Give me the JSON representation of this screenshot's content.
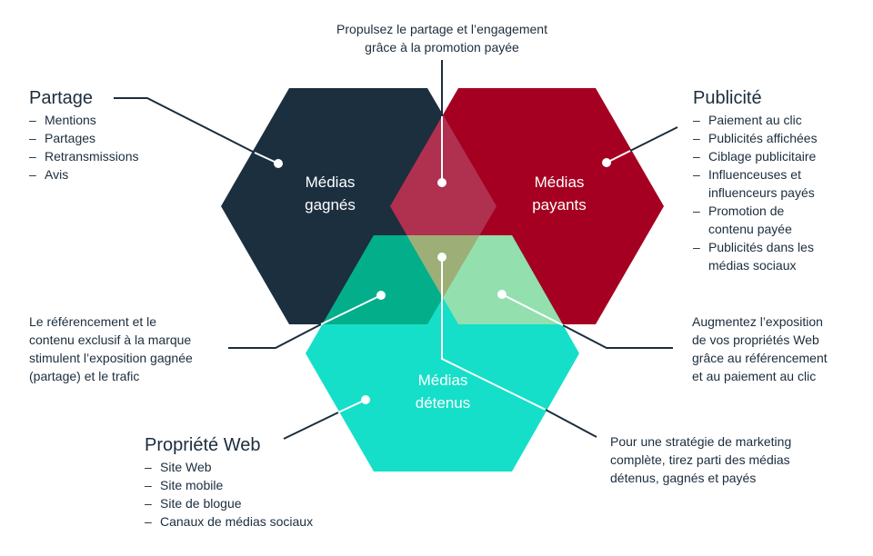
{
  "colors": {
    "earned": "#1b2f3f",
    "paid": "#a50021",
    "earned_paid_overlap": "#b03050",
    "owned": "#15dfc9",
    "owned_earned_overlap": "#03ae8a",
    "owned_paid_overlap": "#93dfae",
    "all_overlap": "#9daf76",
    "line_dark": "#1b2d3d",
    "line_light": "#ffffff"
  },
  "hexagons": {
    "earned": {
      "label_line1": "Médias",
      "label_line2": "gagnés"
    },
    "paid": {
      "label_line1": "Médias",
      "label_line2": "payants"
    },
    "owned": {
      "label_line1": "Médias",
      "label_line2": "détenus"
    }
  },
  "callouts": {
    "top": {
      "line1": "Propulsez le partage et l’engagement",
      "line2": "grâce à la promotion payée"
    },
    "left_middle": {
      "lines": [
        "Le référencement et le",
        "contenu exclusif à la marque",
        "stimulent l’exposition gagnée",
        "(partage) et le trafic"
      ]
    },
    "right_middle": {
      "lines": [
        "Augmentez l’exposition",
        "de vos propriétés Web",
        "grâce au référencement",
        "et au paiement au clic"
      ]
    },
    "bottom_right": {
      "lines": [
        "Pour une stratégie de marketing",
        "complète, tirez parti des médias",
        "détenus, gagnés et payés"
      ]
    }
  },
  "lists": {
    "partage": {
      "title": "Partage",
      "items": [
        "Mentions",
        "Partages",
        "Retransmissions",
        "Avis"
      ]
    },
    "publicite": {
      "title": "Publicité",
      "items": [
        "Paiement au clic",
        "Publicités affichées",
        "Ciblage publicitaire",
        "Influenceuses et\ninfluenceurs payés",
        "Promotion de\ncontenu payée",
        "Publicités dans les\nmédias sociaux"
      ]
    },
    "propriete_web": {
      "title": "Propriété Web",
      "items": [
        "Site Web",
        "Site mobile",
        "Site de blogue",
        "Canaux de médias sociaux"
      ]
    }
  }
}
